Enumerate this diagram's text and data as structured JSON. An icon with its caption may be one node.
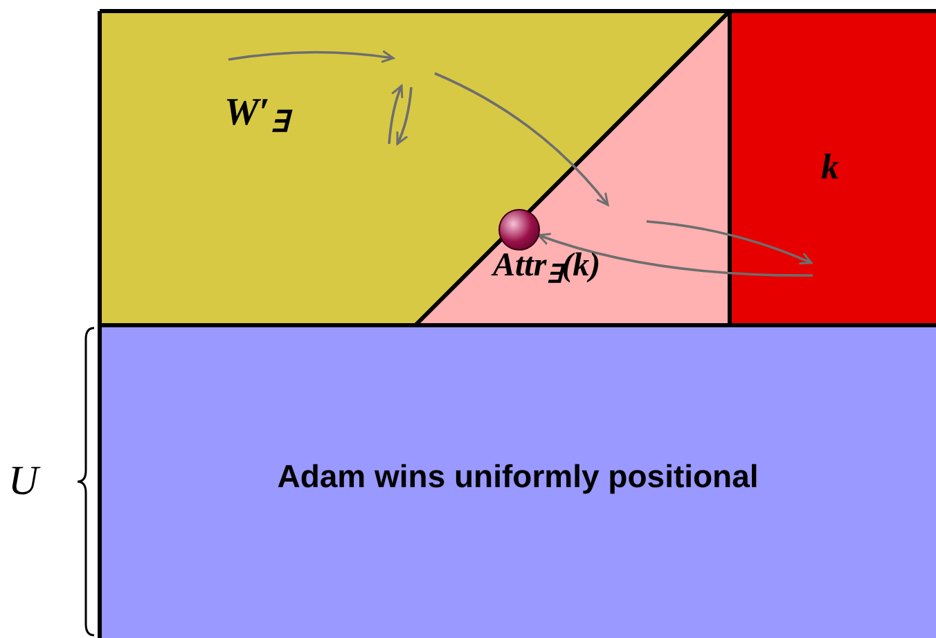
{
  "diagram": {
    "nodes": [
      {
        "text": [
          "W′$_{∃}$"
        ]
      },
      {
        "text": [
          "Attr$_{∃}$(k)"
        ]
      },
      {
        "text": [
          "k"
        ]
      },
      {
        "text": [
          "Adam wins uniformly positional"
        ],
        "beside": [
          "U"
        ]
      },
      {
        "text": [],
        "shape": "circle",
        "in": 1
      }
    ],
    "edges": [
      {
        "from": 0,
        "to": 1,
        "arrow": "to"
      },
      {
        "from": null,
        "to": 2,
        "arrow": "to"
      },
      {
        "from": 2,
        "to": 4,
        "arrow": "to"
      }
    ]
  }
}
